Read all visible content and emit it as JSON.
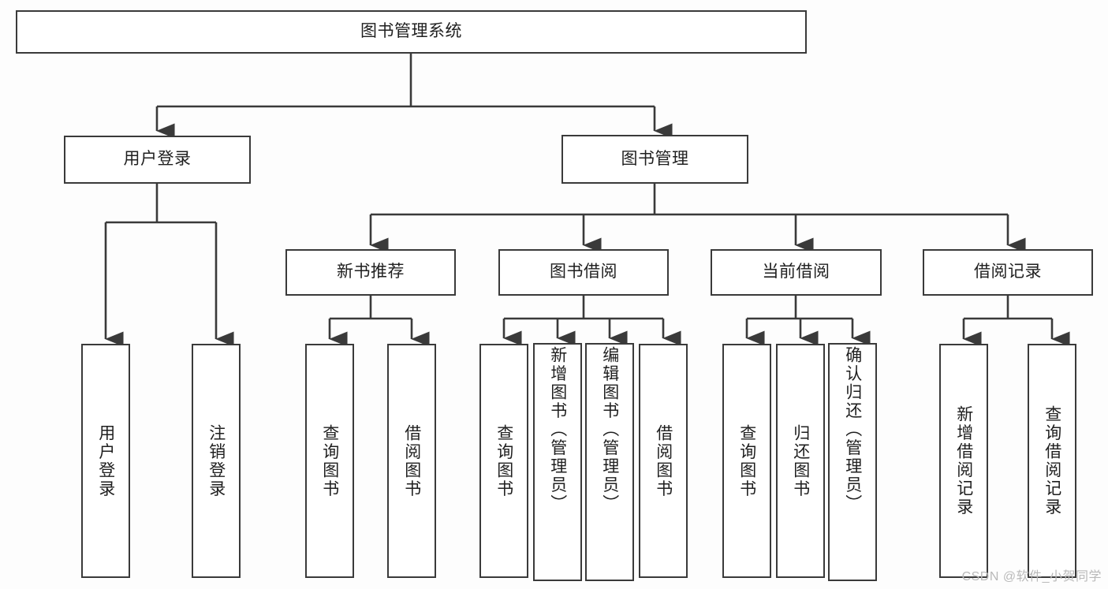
{
  "diagram": {
    "title": "图书管理系统",
    "type": "tree-hierarchy",
    "watermark": "CSDN @软件_小贺同学",
    "colors": {
      "background": "#fdfdfd",
      "node_fill": "#ffffff",
      "node_border": "#3a3a3a",
      "text": "#1f1f1f",
      "connector": "#3a3a3a",
      "watermark_text": "#b9b9b9"
    },
    "root": {
      "label": "图书管理系统"
    },
    "level1": [
      {
        "label": "用户登录"
      },
      {
        "label": "图书管理"
      }
    ],
    "user_login_leaves": [
      {
        "label": "用户登录"
      },
      {
        "label": "注销登录"
      }
    ],
    "level2": [
      {
        "label": "新书推荐"
      },
      {
        "label": "图书借阅"
      },
      {
        "label": "当前借阅"
      },
      {
        "label": "借阅记录"
      }
    ],
    "new_book_leaves": [
      {
        "label": "查询图书"
      },
      {
        "label": "借阅图书"
      }
    ],
    "borrow_book_leaves": [
      {
        "label": "查询图书"
      },
      {
        "label": "新增图书（管理员）"
      },
      {
        "label": "编辑图书（管理员）"
      },
      {
        "label": "借阅图书"
      }
    ],
    "current_borrow_leaves": [
      {
        "label": "查询图书"
      },
      {
        "label": "归还图书"
      },
      {
        "label": "确认归还（管理员）"
      }
    ],
    "borrow_record_leaves": [
      {
        "label": "新增借阅记录"
      },
      {
        "label": "查询借阅记录"
      }
    ]
  }
}
